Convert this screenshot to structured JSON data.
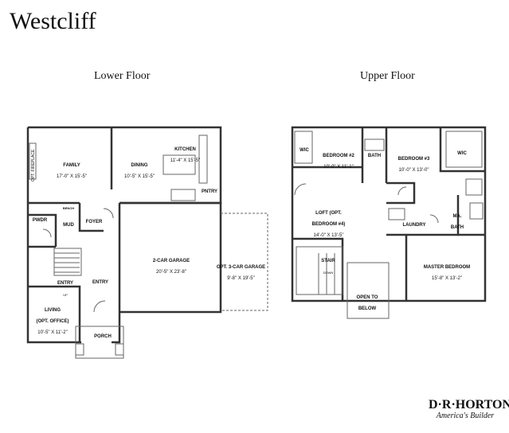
{
  "title": "Westcliff",
  "lower_floor": {
    "label": "Lower Floor",
    "rooms": {
      "family": {
        "name": "FAMILY",
        "dim": "17'-0\" X 15'-5\""
      },
      "fireplace": {
        "name": "OPT. FIREPLACE"
      },
      "dining": {
        "name": "DINING",
        "dim": "10'-5\" X 15'-5\""
      },
      "kitchen": {
        "name": "KITCHEN",
        "dim": "11'-4\" X 15'-5\""
      },
      "pantry": {
        "name": "PNTRY"
      },
      "bench": {
        "name": "BENCH"
      },
      "powder": {
        "name": "PWDR"
      },
      "mud": {
        "name": "MUD"
      },
      "foyer": {
        "name": "FOYER"
      },
      "garage": {
        "name": "2-CAR GARAGE",
        "dim": "20'-5\" X 23'-8\""
      },
      "opt_garage": {
        "name": "OPT. 3-CAR GARAGE",
        "dim": "9'-8\" X 19'-5\""
      },
      "entry_up": {
        "name": "ENTRY",
        "sub": "UP"
      },
      "entry": {
        "name": "ENTRY"
      },
      "living": {
        "name": "LIVING",
        "sub": "(OPT. OFFICE)",
        "dim": "10'-5\" X 11'-2\""
      },
      "porch": {
        "name": "PORCH"
      }
    }
  },
  "upper_floor": {
    "label": "Upper Floor",
    "rooms": {
      "wic_left": {
        "name": "WIC"
      },
      "bedroom2": {
        "name": "BEDROOM #2",
        "dim": "10'-0\" X 11'-1\""
      },
      "bath": {
        "name": "BATH"
      },
      "bedroom3": {
        "name": "BEDROOM #3",
        "dim": "10'-0\" X 13'-0\""
      },
      "wic_right": {
        "name": "WIC"
      },
      "loft": {
        "name": "LOFT (OPT.",
        "sub": "BEDROOM #4)",
        "dim": "14'-0\" X 13'-5\""
      },
      "ma_bath": {
        "name": "MA.",
        "sub": "BATH"
      },
      "laundry": {
        "name": "LAUNDRY"
      },
      "stair": {
        "name": "STAIR",
        "sub": "DOWN"
      },
      "master": {
        "name": "MASTER BEDROOM",
        "dim": "15'-8\" X 13'-2\""
      },
      "open": {
        "name": "OPEN TO",
        "sub": "BELOW"
      }
    }
  },
  "logo": {
    "main": "D·R·HORTON",
    "tagline": "America's Builder"
  }
}
